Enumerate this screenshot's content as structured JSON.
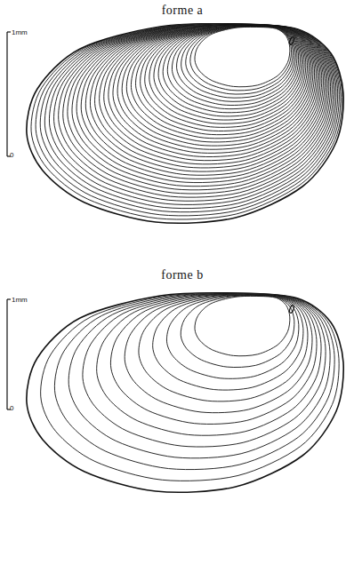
{
  "diagram": {
    "labels": [
      "forme a",
      "1mm",
      "0",
      "forme b",
      "1mm",
      "0"
    ]
  }
}
